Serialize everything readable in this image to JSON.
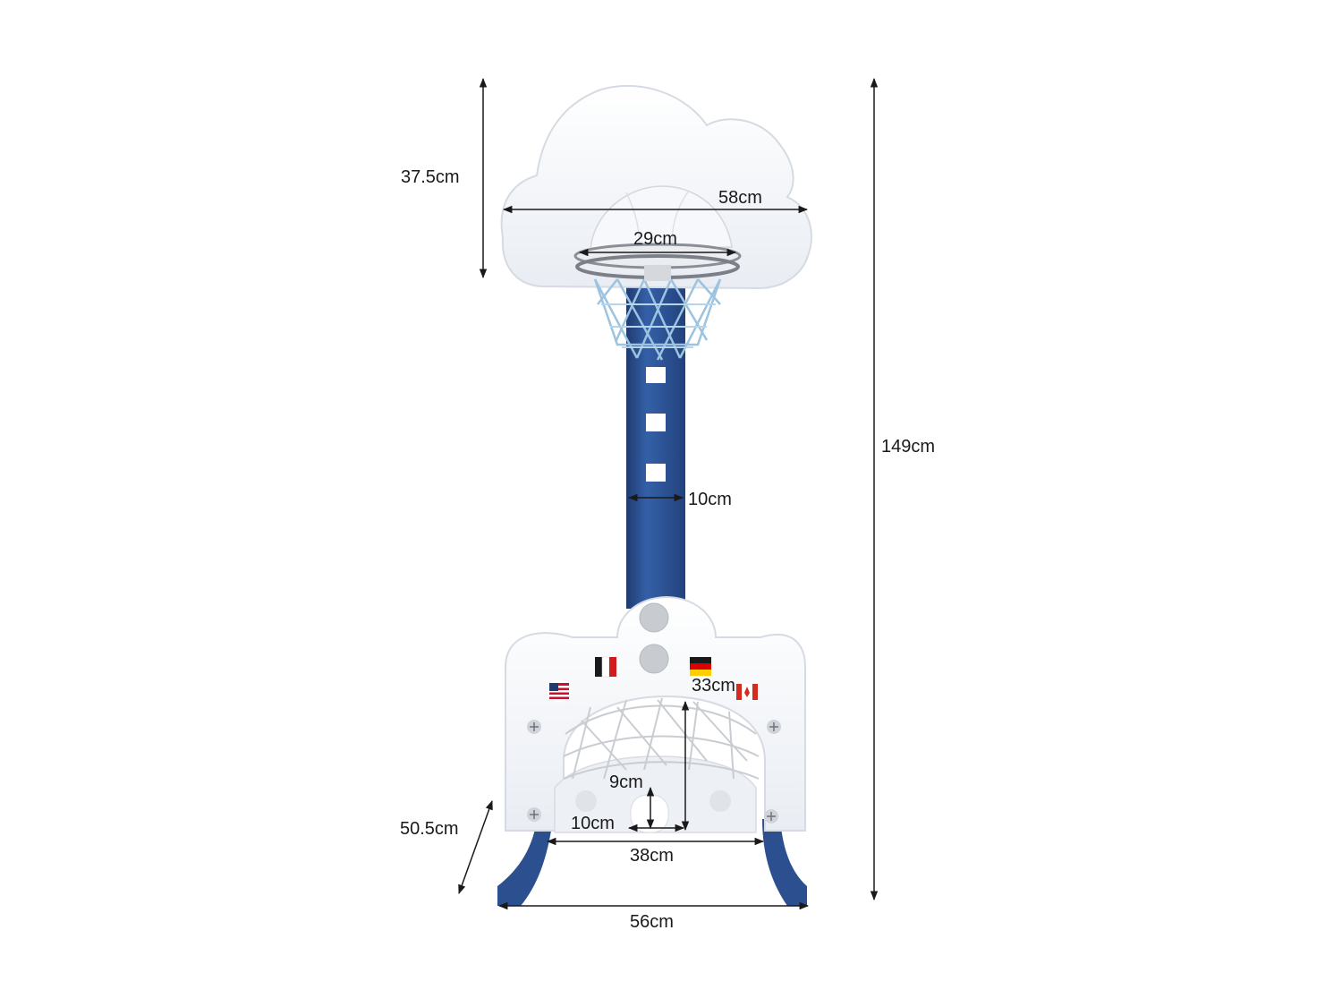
{
  "product": {
    "backboard_shape": "cloud",
    "colors": {
      "body": "#f4f6fa",
      "outline": "#d6dbe3",
      "pole": "#2c4f8f",
      "pole_dark": "#1f3b70",
      "rim": "#8a8f96",
      "net": "#9cc3e0",
      "goal_net": "#c9cdd2",
      "button": "#c8ccd1"
    },
    "flag_icons": [
      "usa-flag-icon",
      "france-flag-icon",
      "germany-flag-icon",
      "canada-flag-icon"
    ]
  },
  "dimensions": {
    "backboard_height": "37.5cm",
    "backboard_width": "58cm",
    "hoop_diameter": "29cm",
    "pole_width": "10cm",
    "total_height": "149cm",
    "goal_height": "33cm",
    "hole_height": "9cm",
    "hole_width": "10cm",
    "goal_width": "38cm",
    "base_depth": "50.5cm",
    "base_width": "56cm"
  }
}
